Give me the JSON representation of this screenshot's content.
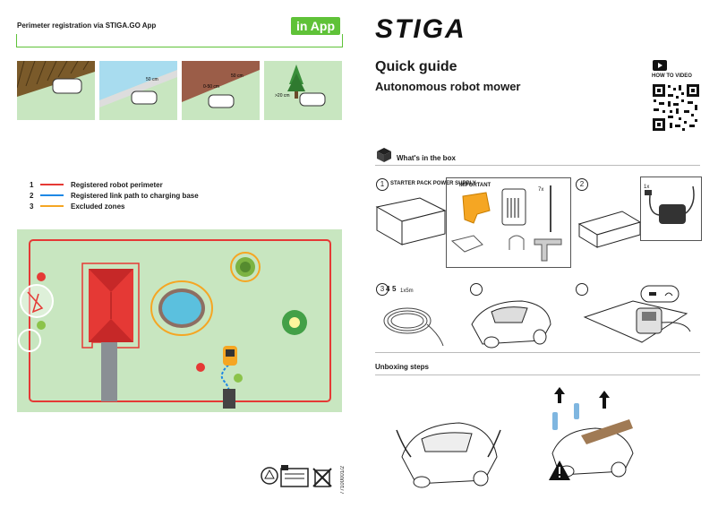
{
  "left": {
    "header": "Perimeter registration via STIGA.GO App",
    "badge": "in App",
    "tiles": [
      {
        "label": ""
      },
      {
        "label": "50 cm"
      },
      {
        "label": "50 cm"
      },
      {
        "label": ">20 cm"
      }
    ],
    "tile_sub_label": "0-50 cm",
    "legend": [
      {
        "num": "1",
        "label": "Registered robot perimeter",
        "color": "#e53935"
      },
      {
        "num": "2",
        "label": "Registered link path to charging base",
        "color": "#1e88e5"
      },
      {
        "num": "3",
        "label": "Excluded zones",
        "color": "#f5a623"
      }
    ],
    "footer_code": "77100001/2"
  },
  "right": {
    "brand": "STIGA",
    "title": "Quick guide",
    "subtitle": "Autonomous robot mower",
    "video_label": "HOW TO VIDEO",
    "box_heading": "What's in the box",
    "items": [
      {
        "num": "1",
        "label": "STARTER PACK POWER SUPPLY",
        "important": "IMPORTANT",
        "qty": "7x"
      },
      {
        "num": "2",
        "qty": "1x"
      },
      {
        "num": "3",
        "alt": "4",
        "alt2": "5",
        "cable": "1x5m"
      },
      {
        "num": ""
      },
      {
        "num": ""
      }
    ],
    "unboxing": "Unboxing steps"
  },
  "colors": {
    "accent": "#5fc238",
    "perimeter": "#e53935",
    "link": "#1e88e5",
    "excluded": "#f5a623",
    "lawn": "#c8e6c0"
  }
}
